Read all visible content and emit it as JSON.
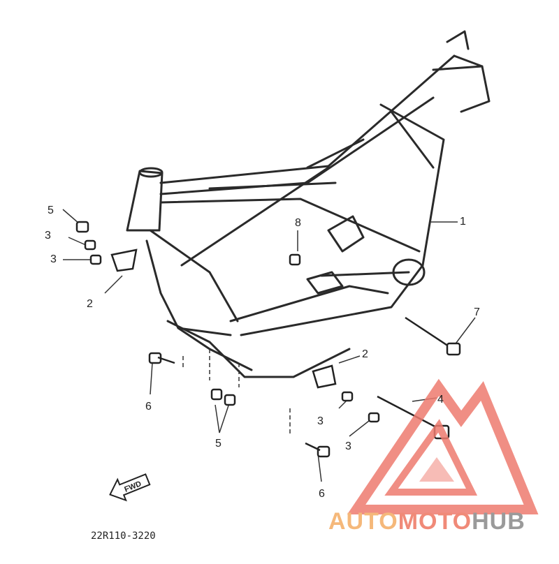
{
  "diagram": {
    "part_number": "22R110-3220",
    "fwd_label": "FWD",
    "callouts": [
      "1",
      "2",
      "2",
      "3",
      "3",
      "3",
      "3",
      "4",
      "5",
      "5",
      "6",
      "6",
      "7",
      "8"
    ]
  },
  "watermark": {
    "part_a": "AUTO",
    "part_b": "MOTO",
    "part_c": "HUB",
    "colors": {
      "auto": "#f5b87a",
      "moto": "#f08a78",
      "hub": "#9a9a9a",
      "logo": "#ee7b6f"
    }
  }
}
